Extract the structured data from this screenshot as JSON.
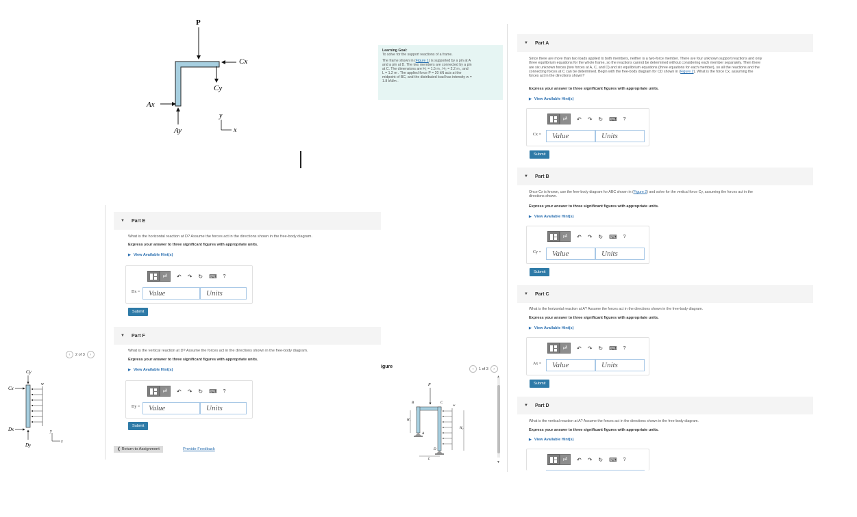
{
  "goal": {
    "title": "Learning Goal:",
    "subtitle": "To solve for the support reactions of a frame.",
    "line1_a": "The frame shown in (",
    "figure_link": "Figure 1",
    "line1_b": ") is supported by a pin at A",
    "line2": "and a pin at D. The two members are connected by a pin",
    "line3": "at C. The dimensions are H₁ = 1.5 m , H₂ = 2.2 m , and",
    "line4": "L = 1.2 m . The applied force P = 20 kN acts at the",
    "line5": "midpoint of BC, and the distributed load has intensity w =",
    "line6": "1.8 kN/m ."
  },
  "fig1": {
    "P": "P",
    "Cx": "Cx",
    "Cy": "Cy",
    "Ax": "Ax",
    "Ay": "Ay",
    "y": "y",
    "x": "x"
  },
  "fig2": {
    "pager": "2 of 3",
    "Cy": "Cy",
    "Cx": "Cx",
    "w": "w",
    "Dx": "Dx",
    "Dy": "Dy",
    "y": "y",
    "x": "x"
  },
  "fig3": {
    "title": "igure",
    "pager": "1 of 3",
    "P": "P",
    "B": "B",
    "C": "C",
    "w": "w",
    "H1": "H₁",
    "H2": "H₂",
    "A": "A",
    "D": "D",
    "L": "L"
  },
  "common": {
    "express": "Express your answer to three significant figures with appropriate units.",
    "hints": "View Available Hint(s)",
    "value_ph": "Value",
    "units_ph": "Units",
    "submit": "Submit",
    "mu": "μÅ",
    "help": "?"
  },
  "partA": {
    "header": "Part A",
    "q1": "Since there are more than two loads applied to both members, neither is a two-force member. There are four unknown support reactions and only",
    "q2": "three equilibrium equations for the whole frame, so the reactions cannot be determined without considering each member separately. Then there",
    "q3": "are six unknown forces (two forces at A, C, and D) and six equilibrium equations (three equations for each member), so all the reactions and the",
    "q4a": "connecting forces at C can be determined. Begin with the free-body diagram for CD shown in (",
    "q4link": "Figure 2",
    "q4b": "). What is the force Cx, assuming the",
    "q5": "forces act in the directions shown?",
    "label": "Cx ="
  },
  "partB": {
    "header": "Part B",
    "q1a": "Once Cx is known, use the free-body diagram for ABC shown in (",
    "q1link": "Figure 2",
    "q1b": ") and solve for the vertical force Cy, assuming the forces act in the",
    "q2": "directions shown.",
    "label": "Cy ="
  },
  "partC": {
    "header": "Part C",
    "q1": "What is the horizontal reaction at A? Assume the forces act in the directions shown in the free-body diagram.",
    "label": "Ax ="
  },
  "partD": {
    "header": "Part D",
    "q1": "What is the vertical reaction at A? Assume the forces act in the directions shown in the free-body diagram."
  },
  "partE": {
    "header": "Part E",
    "q1": "What is the horizontal reaction at D? Assume the forces act in the directions shown in the free-body diagram.",
    "label": "Dx ="
  },
  "partF": {
    "header": "Part F",
    "q1": "What is the vertical reaction at D? Assume the forces act in the directions shown in the free-body diagram.",
    "label": "Dy ="
  },
  "footer": {
    "return": "❮ Return to Assignment",
    "feedback": "Provide Feedback"
  }
}
